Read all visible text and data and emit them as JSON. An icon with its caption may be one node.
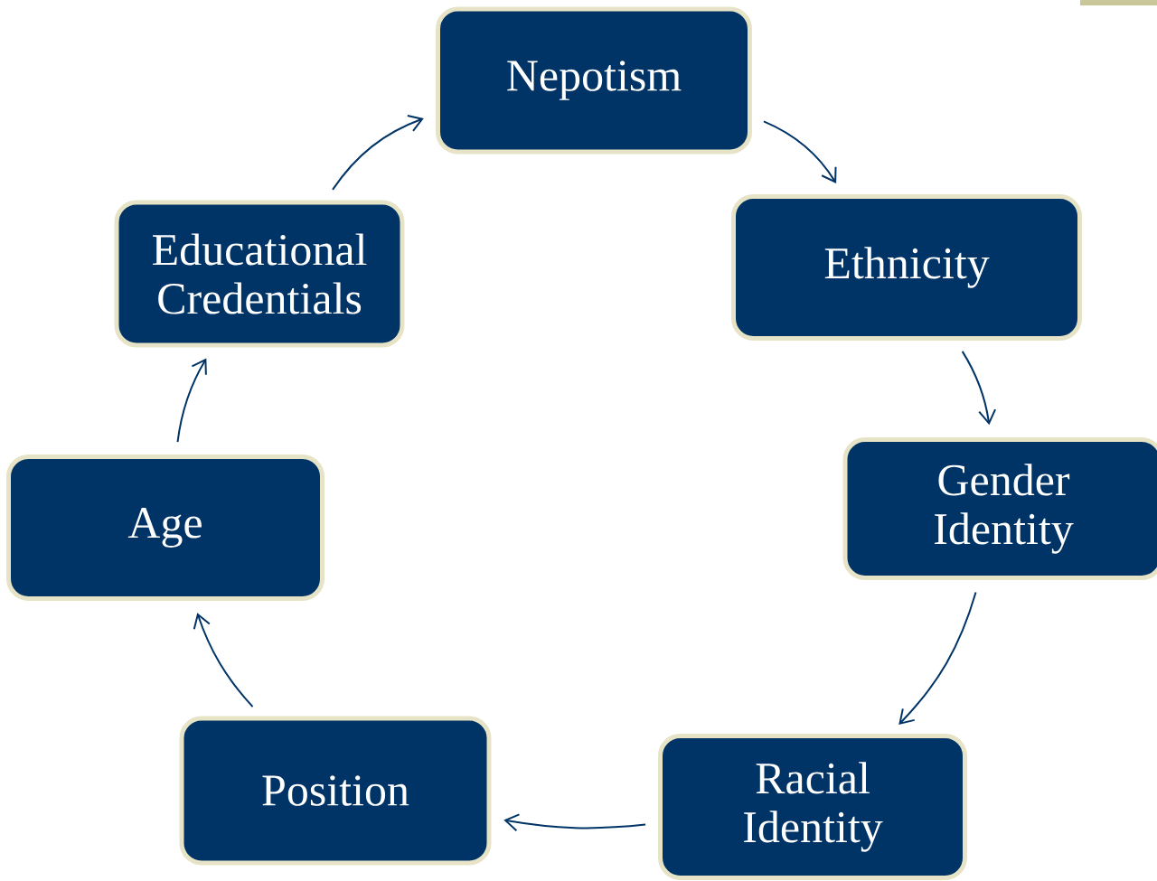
{
  "diagram": {
    "nodes": [
      {
        "text": [
          "Nepotism"
        ]
      },
      {
        "text": [
          "Ethnicity"
        ]
      },
      {
        "text": [
          "Gender Identity"
        ]
      },
      {
        "text": [
          "Racial Identity"
        ]
      },
      {
        "text": [
          "Position"
        ]
      },
      {
        "text": [
          "Age"
        ]
      },
      {
        "text": [
          "Educational Credentials"
        ]
      }
    ],
    "edges": [
      {
        "from": 0,
        "to": 1,
        "arrow": "to"
      },
      {
        "from": 1,
        "to": 2,
        "arrow": "to"
      },
      {
        "from": 2,
        "to": 3,
        "arrow": "to"
      },
      {
        "from": 3,
        "to": 4,
        "arrow": "to"
      },
      {
        "from": 4,
        "to": 5,
        "arrow": "to"
      },
      {
        "from": 5,
        "to": 6,
        "arrow": "to"
      },
      {
        "from": 6,
        "to": 0,
        "arrow": "to"
      }
    ]
  }
}
